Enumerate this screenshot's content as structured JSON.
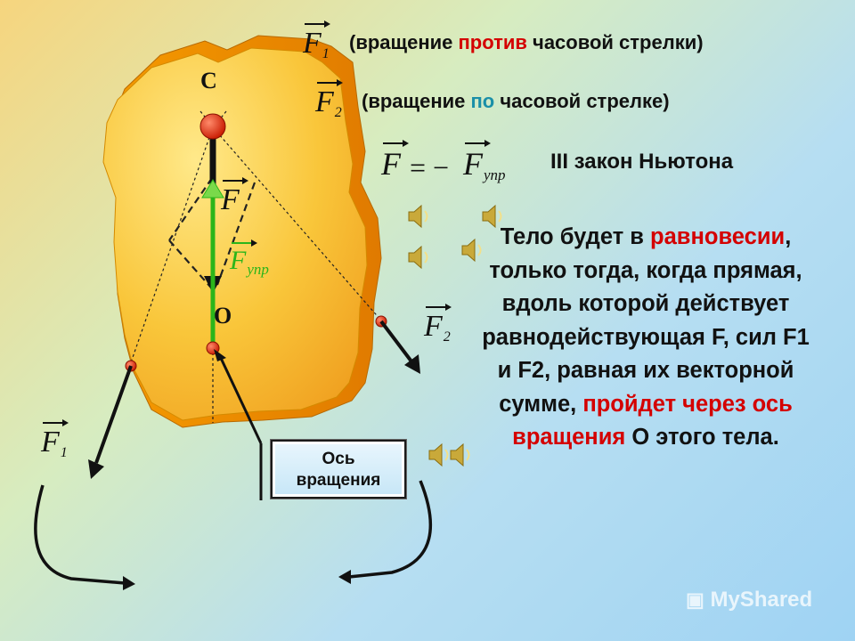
{
  "header": {
    "line1": {
      "vector": "F",
      "sub": "1",
      "prefix": "(вращение ",
      "highlight": "против",
      "suffix": " часовой стрелки)",
      "highlight_color": "#d40000"
    },
    "line2": {
      "vector": "F",
      "sub": "2",
      "prefix": "(вращение ",
      "highlight": "по",
      "suffix": " часовой стрелке)",
      "highlight_color": "#1a8fa8"
    },
    "line3": {
      "formula_left": "F",
      "formula_eq": "= −",
      "formula_right": "F",
      "formula_sub": "упр",
      "law": "III закон Ньютона"
    }
  },
  "diagram": {
    "point_c": "C",
    "point_o": "O",
    "vec_f": "F",
    "vec_fupr": "F",
    "vec_fupr_sub": "упр",
    "vec_f1": "F",
    "vec_f1_sub": "1",
    "vec_f2": "F",
    "vec_f2_sub": "2",
    "axis_label_1": "Ось",
    "axis_label_2": "вращения"
  },
  "main_text": {
    "t1": "Тело будет в ",
    "t2": "равновесии",
    "t3": ", только тогда, когда прямая, вдоль которой действует равнодействующая F, сил F1 и F2, равная их векторной сумме, ",
    "t4": "пройдет через ось вращения",
    "t5": " O этого тела."
  },
  "watermark": "MyShared",
  "colors": {
    "body_fill": "#f7c23a",
    "point": "#e23a1a",
    "green": "#2bb51a",
    "highlight_red": "#d40000"
  },
  "icons": [
    "speaker-icon"
  ]
}
